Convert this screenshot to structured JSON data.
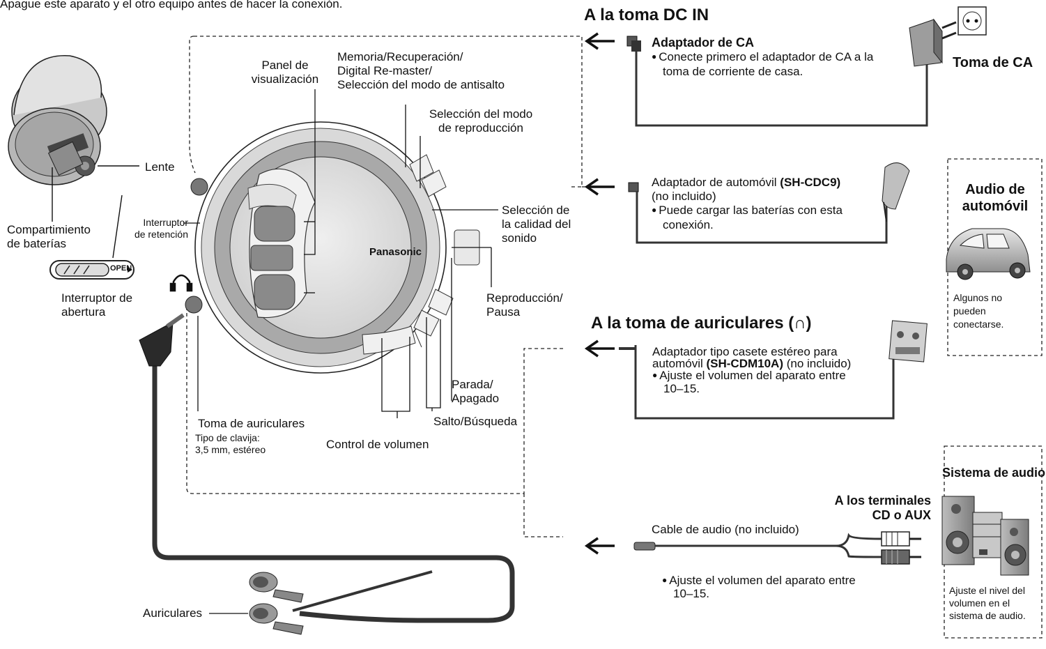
{
  "top_note": "Apague este aparato y el otro equipo antes de hacer la conexión.",
  "headings": {
    "dc_in": "A la toma DC IN",
    "auriculares": "A la toma de auriculares (",
    "auriculares_close": ")"
  },
  "player": {
    "brand": "Panasonic",
    "labels": {
      "panel_l1": "Panel de",
      "panel_l2": "visualización",
      "memoria_l1": "Memoria/Recuperación/",
      "memoria_l2": "Digital Re-master/",
      "memoria_l3": "Selección del modo de antisalto",
      "modo_l1": "Selección del modo",
      "modo_l2": "de reproducción",
      "calidad_l1": "Selección de",
      "calidad_l2": "la calidad del",
      "calidad_l3": "sonido",
      "repro_l1": "Reproducción/",
      "repro_l2": "Pausa",
      "parada_l1": "Parada/",
      "parada_l2": "Apagado",
      "salto": "Salto/Búsqueda",
      "volumen": "Control de volumen",
      "toma_aur": "Toma de auriculares",
      "clavija_l1": "Tipo de clavija:",
      "clavija_l2": "3,5 mm, estéreo",
      "retencion_l1": "Interruptor",
      "retencion_l2": "de retención",
      "lente": "Lente",
      "compart_l1": "Compartimiento",
      "compart_l2": "de baterías",
      "abertura_l1": "Interruptor de",
      "abertura_l2": "abertura",
      "open": "OPEN",
      "auriculares": "Auriculares"
    }
  },
  "ac": {
    "title": "Adaptador de CA",
    "text_l1": "Conecte primero el adaptador de CA a la",
    "text_l2": "toma de corriente de casa.",
    "outlet": "Toma de CA"
  },
  "car_adapter": {
    "name": "Adaptador de automóvil ",
    "model": "(SH-CDC9)",
    "sub": "(no incluido)",
    "text_l1": "Puede cargar las baterías con esta",
    "text_l2": "conexión."
  },
  "car_audio": {
    "title_l1": "Audio de",
    "title_l2": "automóvil",
    "note_l1": "Algunos no",
    "note_l2": "pueden",
    "note_l3": "conectarse."
  },
  "cassette": {
    "text_l1": "Adaptador tipo casete estéreo para",
    "text_l2a": "automóvil ",
    "model": "(SH-CDM10A)",
    "text_l2b": " (no incluido)",
    "text_l3": "Ajuste el volumen del aparato entre",
    "text_l4": "10–15."
  },
  "audio_cable": {
    "terminal_l1": "A los terminales",
    "terminal_l2": "CD o AUX",
    "cable": "Cable de audio (no incluido)",
    "text_l1": "Ajuste el volumen del aparato entre",
    "text_l2": "10–15."
  },
  "audio_system": {
    "title": "Sistema de audio",
    "note_l1": "Ajuste el nivel del",
    "note_l2": "volumen en el",
    "note_l3": "sistema de audio."
  }
}
